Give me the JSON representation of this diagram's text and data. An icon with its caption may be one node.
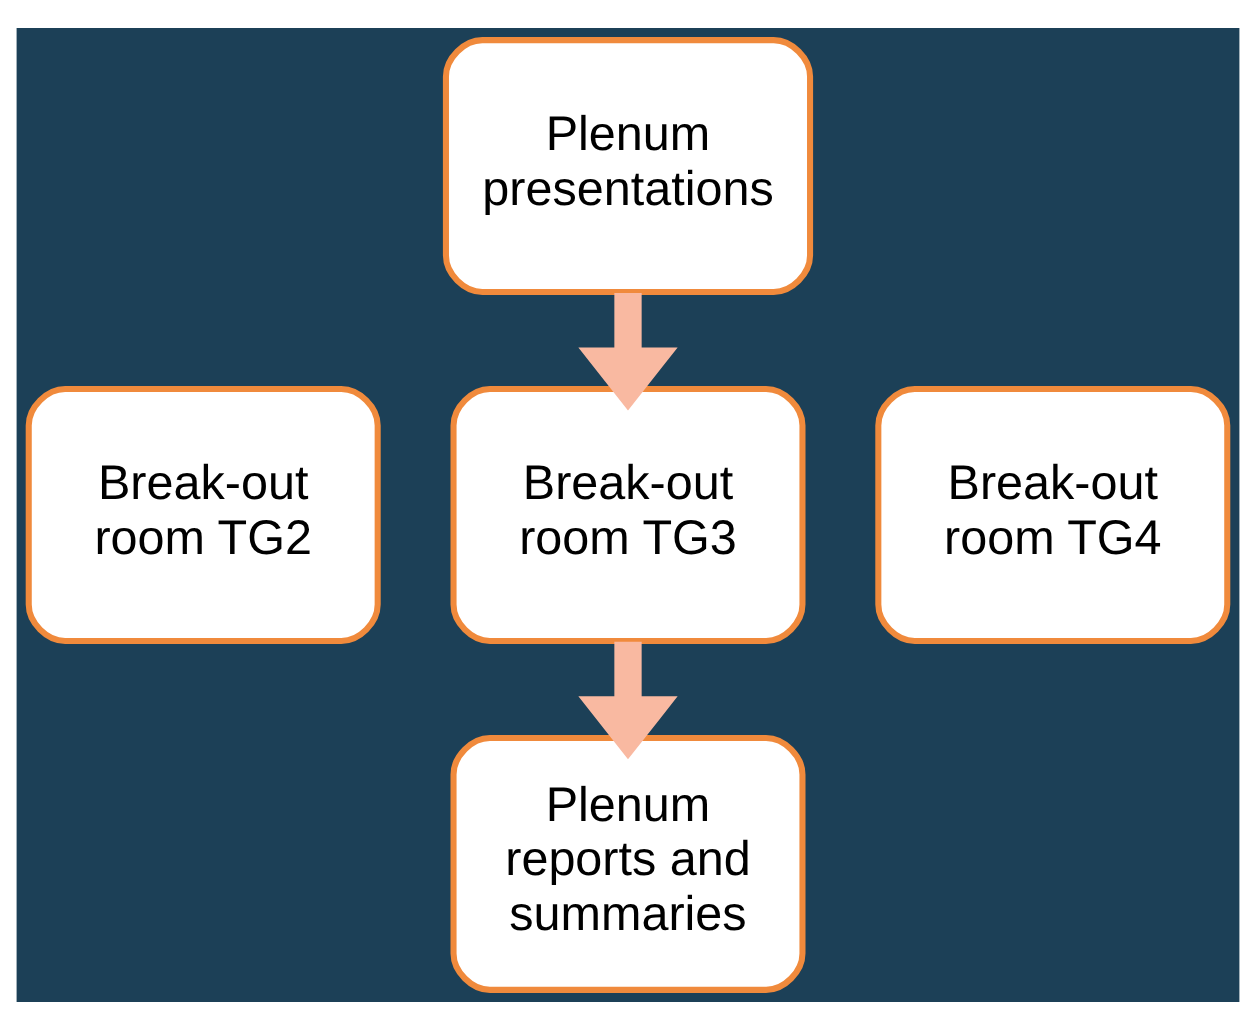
{
  "diagram": {
    "nodes": [
      {
        "text": [
          "Plenum presentations"
        ]
      },
      {
        "text": [
          "Break-out room TG2"
        ]
      },
      {
        "text": [
          "Break-out room TG3"
        ]
      },
      {
        "text": [
          "Break-out room TG4"
        ]
      },
      {
        "text": [
          "Plenum reports and summaries"
        ]
      }
    ],
    "edges": [
      {
        "from": 0,
        "to": 2,
        "arrow": "to"
      },
      {
        "from": 2,
        "to": 4,
        "arrow": "to"
      }
    ]
  }
}
